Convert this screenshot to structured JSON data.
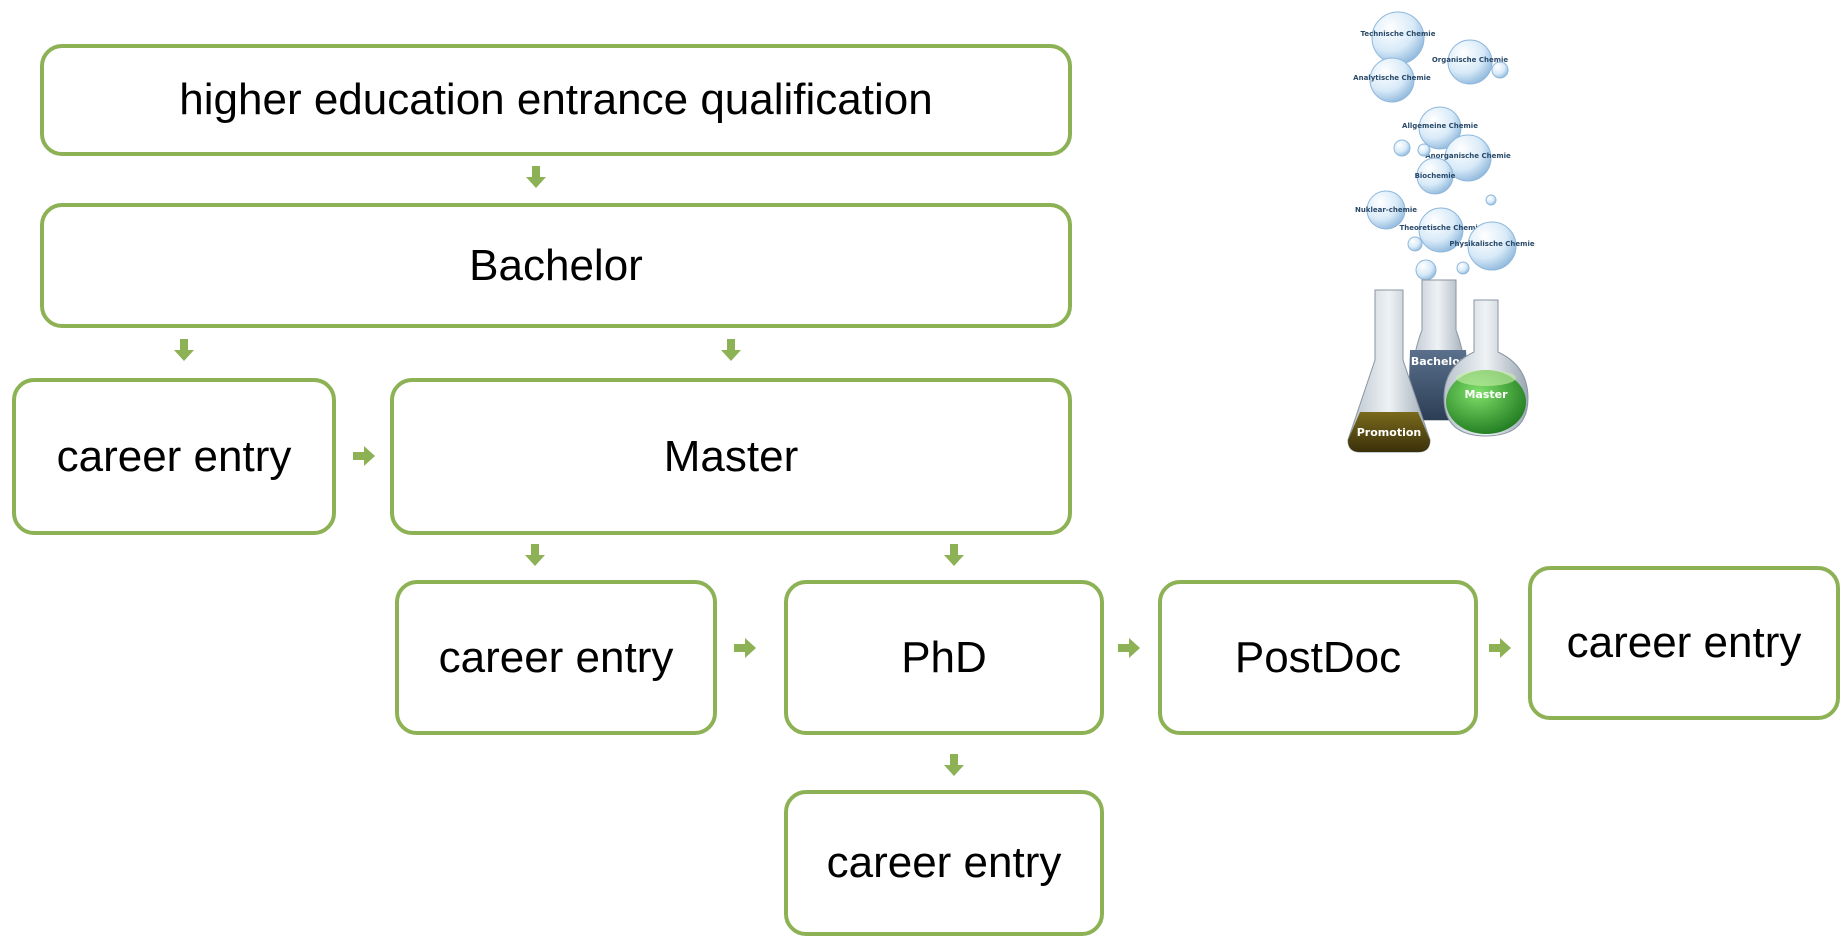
{
  "diagram": {
    "nodes": {
      "hee": "higher education entrance qualification",
      "bachelor": "Bachelor",
      "career_after_bachelor": "career entry",
      "master": "Master",
      "career_after_master": "career entry",
      "phd": "PhD",
      "postdoc": "PostDoc",
      "career_after_postdoc": "career entry",
      "career_after_phd": "career entry"
    },
    "colors": {
      "border": "#8db255",
      "arrow": "#8db255",
      "text": "#000000"
    }
  },
  "illustration": {
    "bubbles": [
      "Technische Chemie",
      "Organische Chemie",
      "Analytische Chemie",
      "Allgemeine Chemie",
      "Anorganische Chemie",
      "Biochemie",
      "Nuklear-chemie",
      "Theoretische Chemie",
      "Physikalische Chemie"
    ],
    "flasks": [
      "Bachelor",
      "Master",
      "Promotion"
    ]
  }
}
